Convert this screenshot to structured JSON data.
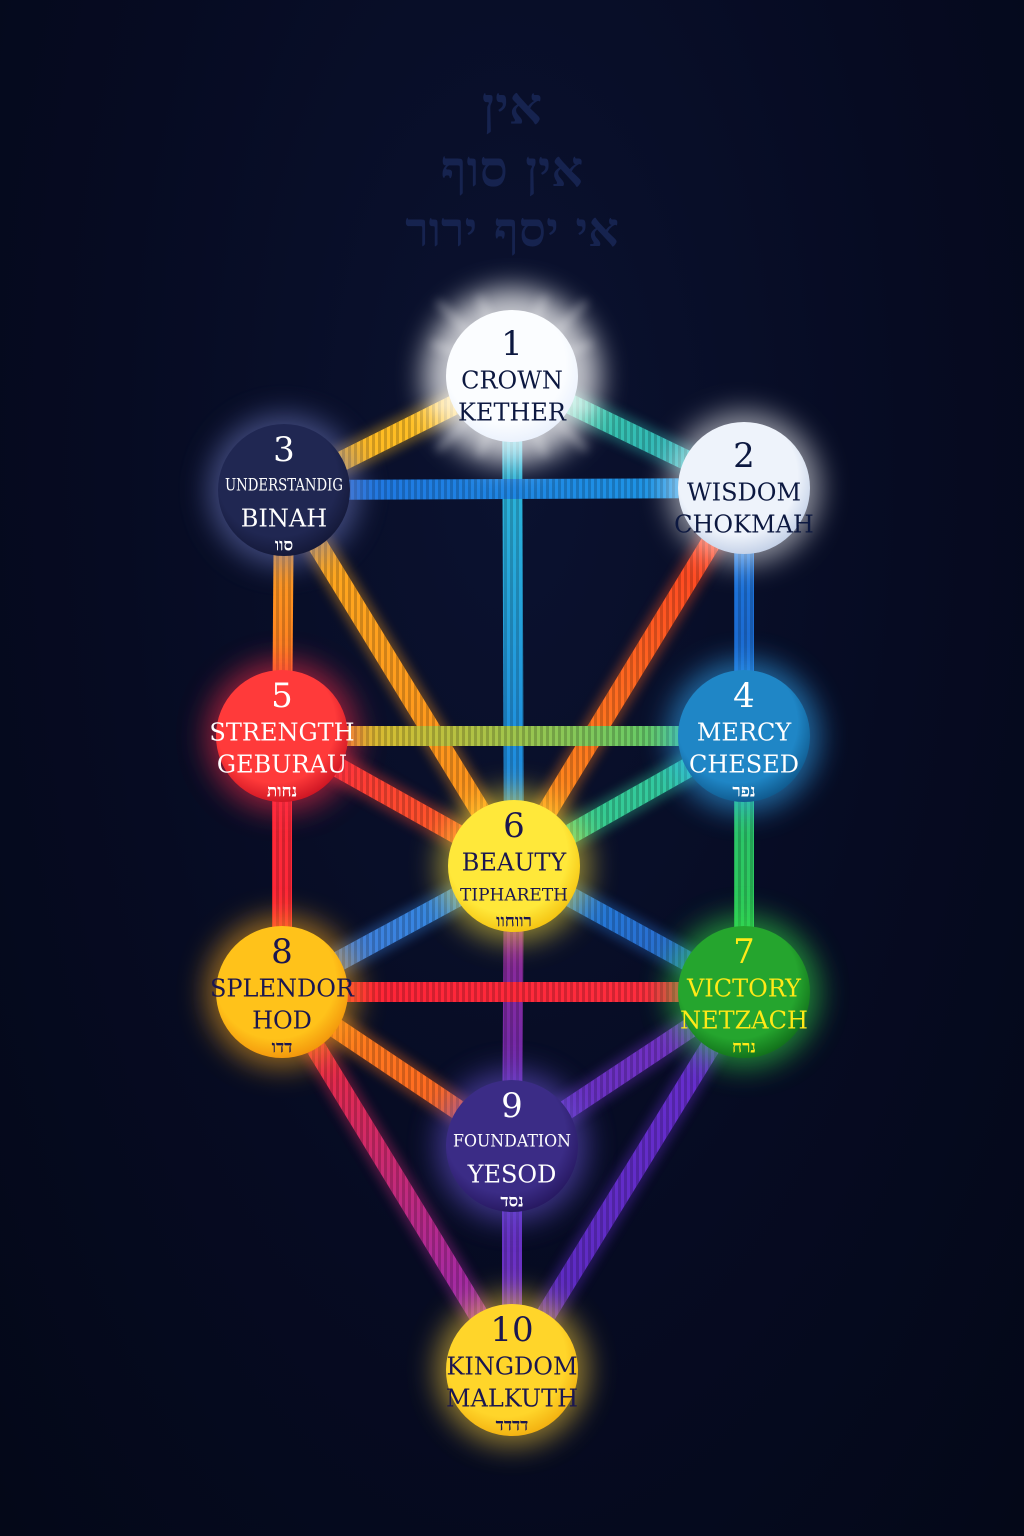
{
  "title_lines": [
    "אין",
    "אין סוף",
    "אי יסף ירור"
  ],
  "colors": {
    "background": "#050a1f",
    "title": "#16234f"
  },
  "sephiroth": [
    {
      "id": "kether",
      "number": "1",
      "name": "CROWN",
      "hebrew_name": "KETHER",
      "letters": "",
      "fill": "#fbfdff",
      "fill_edge": "#e6eefc",
      "glow": "#ffffff",
      "text": "#0c1840"
    },
    {
      "id": "chokmah",
      "number": "2",
      "name": "WISDOM",
      "hebrew_name": "CHOKMAH",
      "letters": "",
      "fill": "#eef3fb",
      "fill_edge": "#b9c8e2",
      "glow": "#ffffff",
      "text": "#0c1840"
    },
    {
      "id": "binah",
      "number": "3",
      "name": "UNDERSTANDIG",
      "hebrew_name": "BINAH",
      "letters": "סוו",
      "fill": "#202752",
      "fill_edge": "#111532",
      "glow": "#6f7cc4",
      "text": "#ffffff"
    },
    {
      "id": "chesed",
      "number": "4",
      "name": "MERCY",
      "hebrew_name": "CHESED",
      "letters": "נפר",
      "fill": "#1f86c6",
      "fill_edge": "#0c4f80",
      "glow": "#36b0ff",
      "text": "#ffffff"
    },
    {
      "id": "geburah",
      "number": "5",
      "name": "STRENGTH",
      "hebrew_name": "GEBURAU",
      "letters": "נחות",
      "fill": "#ff3a3a",
      "fill_edge": "#c20d1e",
      "glow": "#ff2d4a",
      "text": "#ffffff"
    },
    {
      "id": "tiphareth",
      "number": "6",
      "name": "BEAUTY",
      "hebrew_name": "TIPHARETH",
      "letters": "רווחוו",
      "fill": "#ffe83a",
      "fill_edge": "#f2bb08",
      "glow": "#ffe53a",
      "text": "#1a1650"
    },
    {
      "id": "netzach",
      "number": "7",
      "name": "VICTORY",
      "hebrew_name": "NETZACH",
      "letters": "נרח",
      "fill": "#25a52e",
      "fill_edge": "#0d6416",
      "glow": "#34e04a",
      "text": "#ffe918"
    },
    {
      "id": "hod",
      "number": "8",
      "name": "SPLENDOR",
      "hebrew_name": "HOD",
      "letters": "דדו",
      "fill": "#ffc21a",
      "fill_edge": "#f08c08",
      "glow": "#ffac1a",
      "text": "#1a1650"
    },
    {
      "id": "yesod",
      "number": "9",
      "name": "FOUNDATION",
      "hebrew_name": "YESOD",
      "letters": "נסד",
      "fill": "#3b2c86",
      "fill_edge": "#221458",
      "glow": "#6a55d8",
      "text": "#ffffff"
    },
    {
      "id": "malkuth",
      "number": "10",
      "name": "KINGDOM",
      "hebrew_name": "MALKUTH",
      "letters": "דדדד",
      "fill": "#ffd52a",
      "fill_edge": "#f0a80a",
      "glow": "#ffd23a",
      "text": "#1a1650"
    }
  ],
  "paths": [
    {
      "id": "kether-binah",
      "from": "kether",
      "to": "binah",
      "colors": [
        "#ffc928",
        "#ffb21f"
      ]
    },
    {
      "id": "kether-chokmah",
      "from": "kether",
      "to": "chokmah",
      "colors": [
        "#3fd6a0",
        "#2aa7c4"
      ]
    },
    {
      "id": "kether-tiphareth",
      "from": "kether",
      "to": "tiphareth",
      "colors": [
        "#2fc2d6",
        "#1a7ee0"
      ]
    },
    {
      "id": "binah-chokmah",
      "from": "binah",
      "to": "chokmah",
      "colors": [
        "#1f6fe0",
        "#1e9de6"
      ]
    },
    {
      "id": "binah-geburah",
      "from": "binah",
      "to": "geburah",
      "colors": [
        "#ffb01f",
        "#ff6a22"
      ]
    },
    {
      "id": "binah-tiphareth",
      "from": "binah",
      "to": "tiphareth",
      "colors": [
        "#ffae1f",
        "#ff8c1c"
      ]
    },
    {
      "id": "chokmah-chesed",
      "from": "chokmah",
      "to": "chesed",
      "colors": [
        "#1e7ee6",
        "#1a5ec4"
      ]
    },
    {
      "id": "chokmah-tiphareth",
      "from": "chokmah",
      "to": "tiphareth",
      "colors": [
        "#ff3324",
        "#ff9a1c"
      ]
    },
    {
      "id": "geburah-chesed",
      "from": "geburah",
      "to": "chesed",
      "colors": [
        "#ffb81f",
        "#3fd07a"
      ]
    },
    {
      "id": "geburah-tiphareth",
      "from": "geburah",
      "to": "tiphareth",
      "colors": [
        "#ff2740",
        "#ff6a20"
      ]
    },
    {
      "id": "geburah-hod",
      "from": "geburah",
      "to": "hod",
      "colors": [
        "#ff2d3a",
        "#ff2236"
      ]
    },
    {
      "id": "chesed-tiphareth",
      "from": "chesed",
      "to": "tiphareth",
      "colors": [
        "#30c4b0",
        "#38d080"
      ]
    },
    {
      "id": "chesed-netzach",
      "from": "chesed",
      "to": "netzach",
      "colors": [
        "#2bc07a",
        "#2ed04c"
      ]
    },
    {
      "id": "tiphareth-hod",
      "from": "tiphareth",
      "to": "hod",
      "colors": [
        "#2a8ee6",
        "#4a78d8"
      ]
    },
    {
      "id": "tiphareth-netzach",
      "from": "tiphareth",
      "to": "netzach",
      "colors": [
        "#1e86e0",
        "#3060c8"
      ]
    },
    {
      "id": "tiphareth-yesod",
      "from": "tiphareth",
      "to": "yesod",
      "colors": [
        "#a02a8c",
        "#5f2ab8"
      ]
    },
    {
      "id": "hod-netzach",
      "from": "hod",
      "to": "netzach",
      "colors": [
        "#ff2236",
        "#ff3040"
      ]
    },
    {
      "id": "hod-yesod",
      "from": "hod",
      "to": "yesod",
      "colors": [
        "#ff8a1c",
        "#ff5a24"
      ]
    },
    {
      "id": "hod-malkuth",
      "from": "hod",
      "to": "malkuth",
      "colors": [
        "#ff2a2a",
        "#8a2ac8"
      ]
    },
    {
      "id": "netzach-yesod",
      "from": "netzach",
      "to": "yesod",
      "colors": [
        "#7a32c8",
        "#6230c0"
      ]
    },
    {
      "id": "netzach-malkuth",
      "from": "netzach",
      "to": "malkuth",
      "colors": [
        "#6a2ed0",
        "#5a2ac0"
      ]
    },
    {
      "id": "yesod-malkuth",
      "from": "yesod",
      "to": "malkuth",
      "colors": [
        "#5a30c0",
        "#7a32c8"
      ]
    }
  ]
}
